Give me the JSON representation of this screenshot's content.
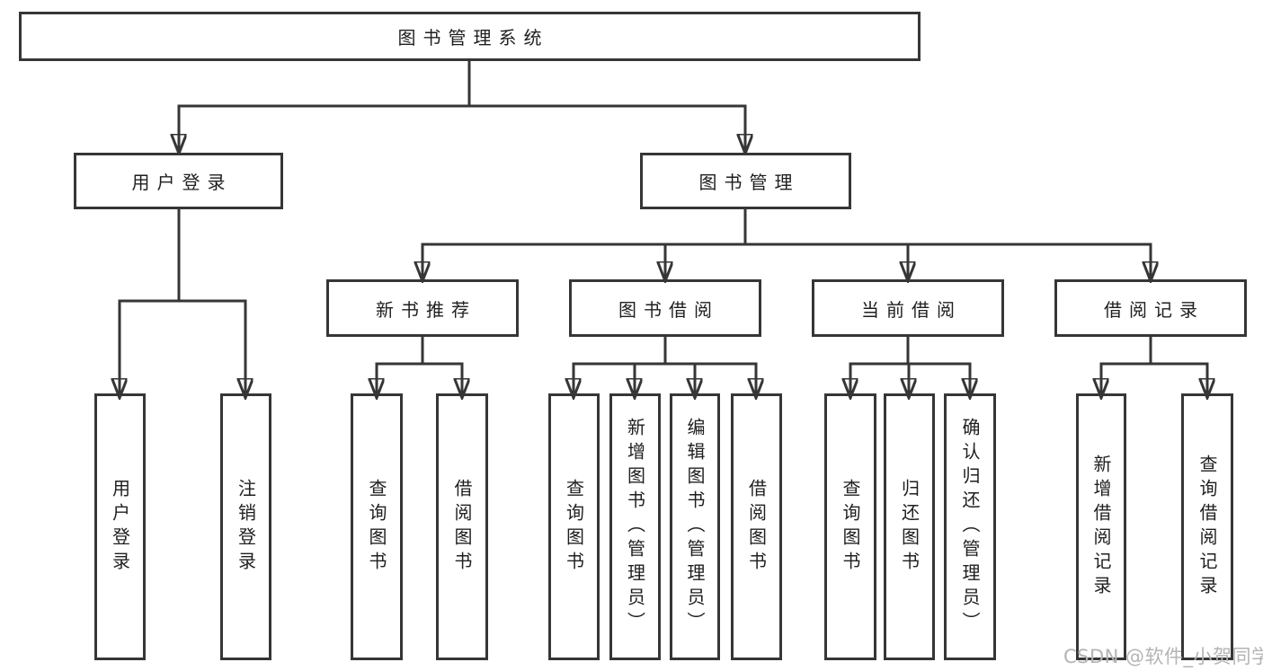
{
  "diagram": {
    "root": {
      "label": "图书管理系统"
    },
    "level2": {
      "user_login": "用户登录",
      "book_management": "图书管理"
    },
    "level3": {
      "new_book_recommend": "新书推荐",
      "book_borrow": "图书借阅",
      "current_borrow": "当前借阅",
      "borrow_records": "借阅记录"
    },
    "leaves": {
      "user_login": [
        "用户登录",
        "注销登录"
      ],
      "new_book_recommend": [
        "查询图书",
        "借阅图书"
      ],
      "book_borrow": [
        "查询图书",
        "新增图书（管理员）",
        "编辑图书（管理员）",
        "借阅图书"
      ],
      "current_borrow": [
        "查询图书",
        "归还图书",
        "确认归还（管理员）"
      ],
      "borrow_records": [
        "新增借阅记录",
        "查询借阅记录"
      ]
    },
    "colors": {
      "line": "#363636",
      "border": "#363636",
      "text": "#1f1f1f",
      "background": "#ffffff",
      "watermark": "#b4b4b4"
    }
  },
  "watermark": {
    "text": "CSDN @软件_小贺同学"
  }
}
